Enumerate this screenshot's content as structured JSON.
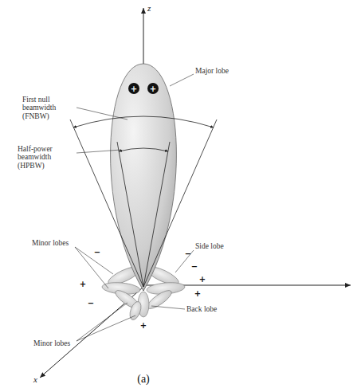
{
  "diagram": {
    "caption": "(a)",
    "labels": [
      "z",
      "First null beamwidth (FNBW)",
      "Major lobe",
      "Half-power beamwidth (HPBW)",
      "Minor lobes",
      "Side lobe",
      "Back lobe",
      "Minor lobes",
      "x",
      "+",
      "+",
      "−",
      "+",
      "−",
      "−",
      "−",
      "+",
      "+",
      "+"
    ]
  }
}
